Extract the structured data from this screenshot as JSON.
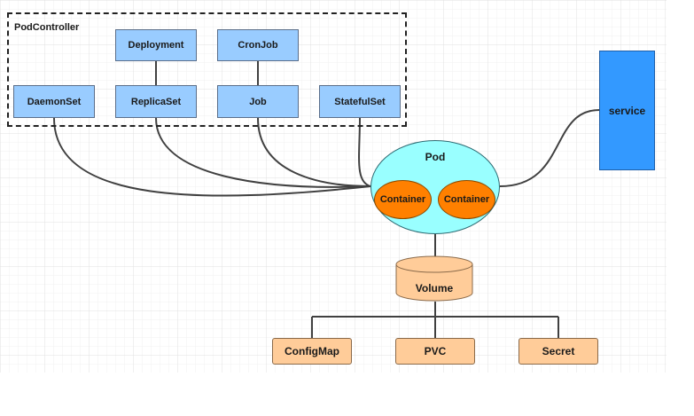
{
  "diagram": {
    "group_label": "PodController",
    "controllers": {
      "deployment": "Deployment",
      "cronjob": "CronJob",
      "daemonset": "DaemonSet",
      "replicaset": "ReplicaSet",
      "job": "Job",
      "statefulset": "StatefulSet"
    },
    "pod": {
      "label": "Pod",
      "containers": [
        "Container",
        "Container"
      ]
    },
    "service": "service",
    "volume": "Volume",
    "volume_types": [
      "ConfigMap",
      "PVC",
      "Secret"
    ]
  },
  "colors": {
    "controller_fill": "#99ccff",
    "pod_fill": "#99ffff",
    "container_fill": "#ff8000",
    "service_fill": "#3399ff",
    "volume_fill": "#ffcc99",
    "line": "#404040"
  }
}
